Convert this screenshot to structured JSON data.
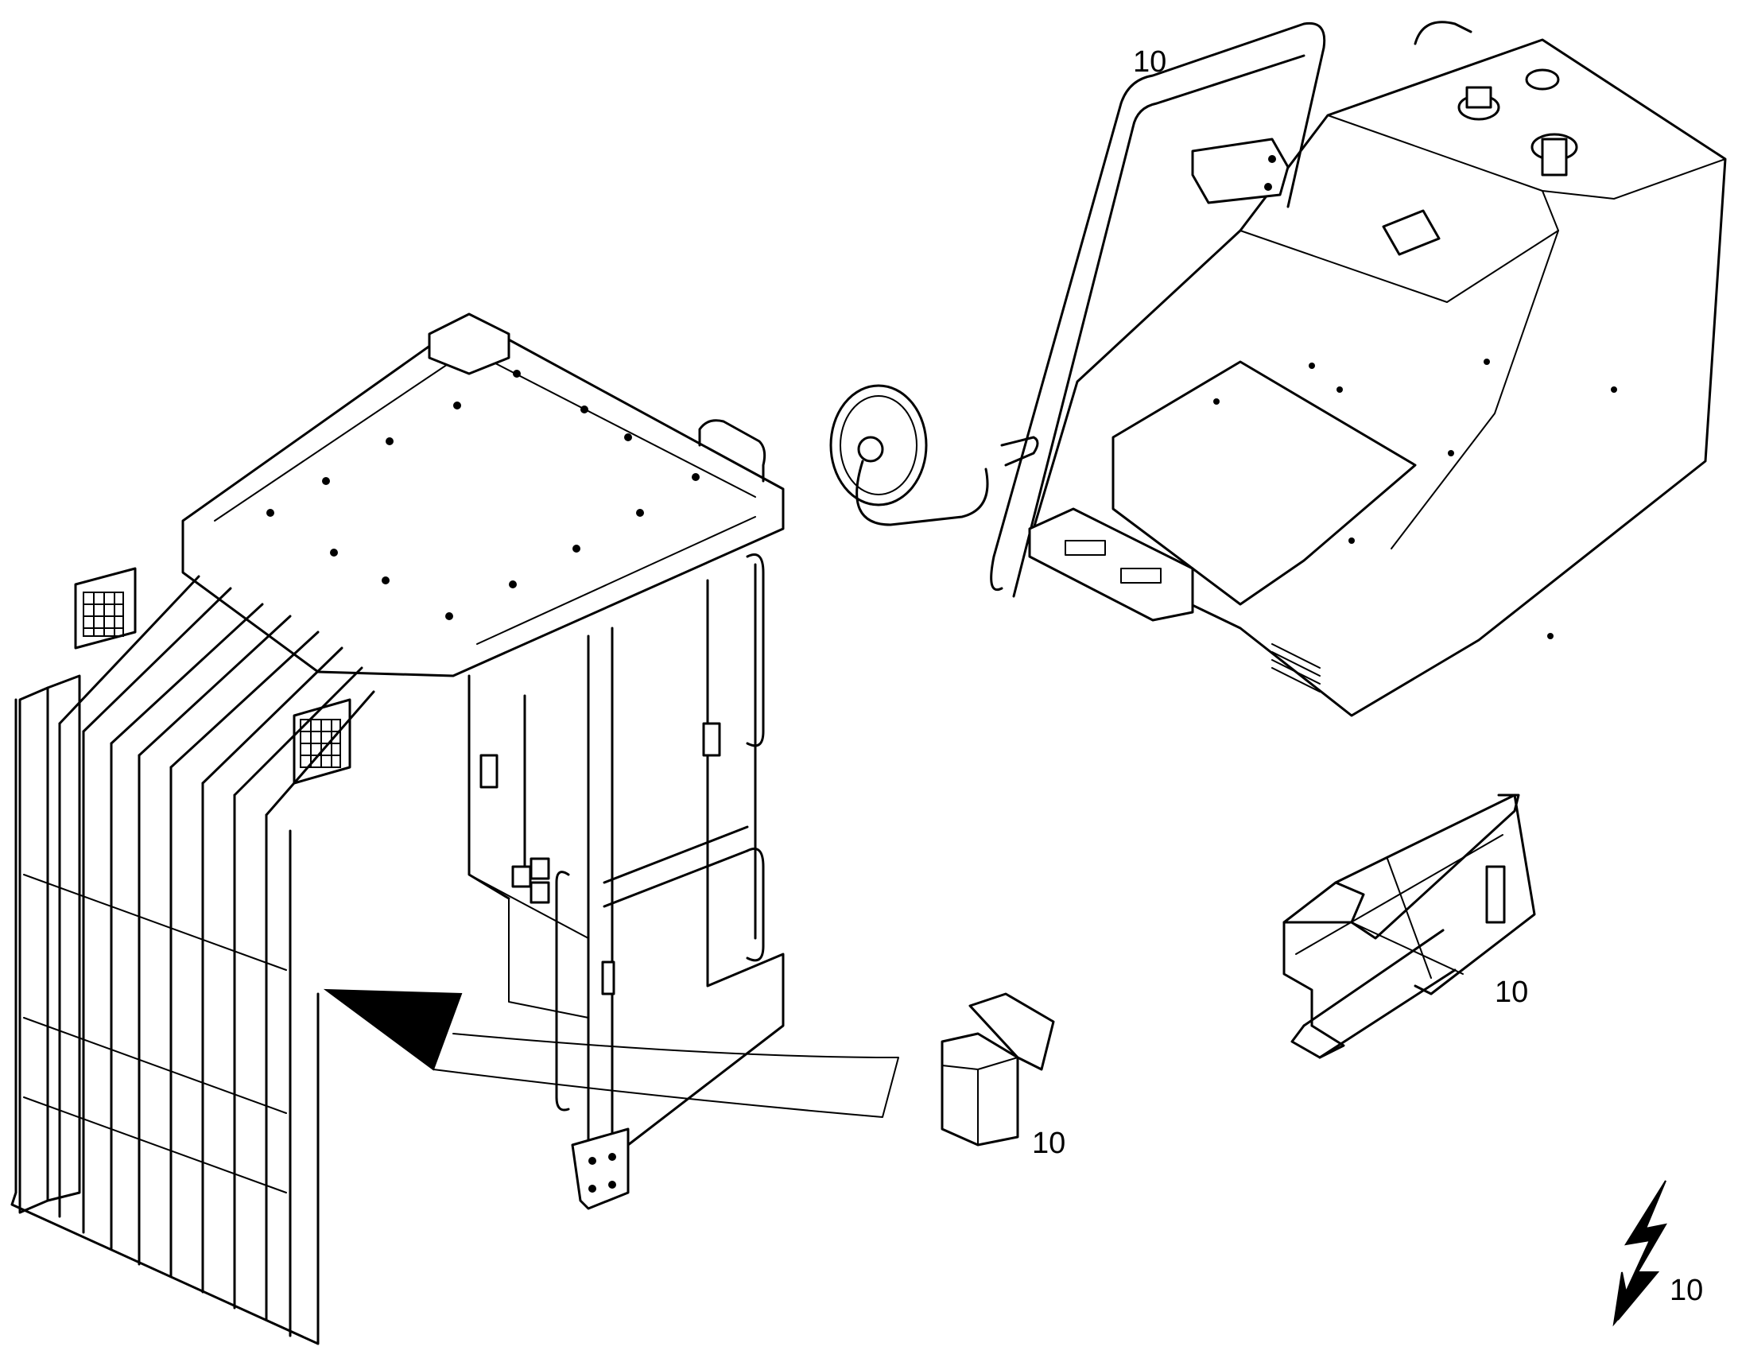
{
  "callouts": {
    "cab_label": "10",
    "harness_label": "10",
    "block_label": "10",
    "bracket_label": "10",
    "electrical_label": "10"
  },
  "icons": {
    "electrical_symbol": "lightning-bolt-icon",
    "view_arrow": "detail-arrow-icon"
  },
  "colors": {
    "line": "#000000",
    "background": "#ffffff"
  }
}
